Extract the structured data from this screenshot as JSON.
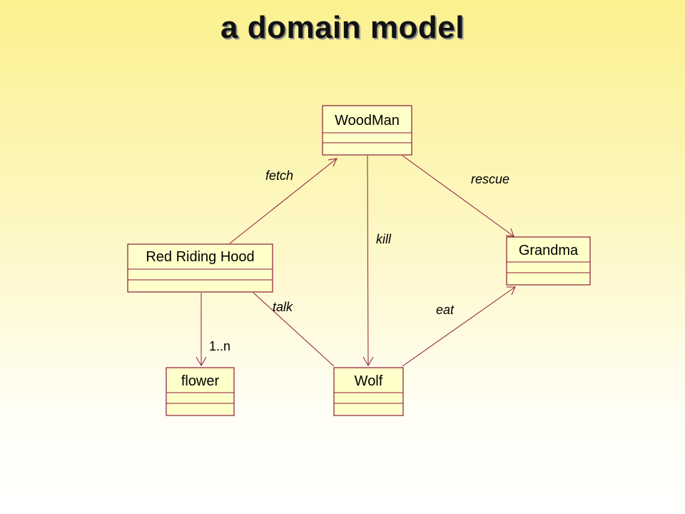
{
  "title": "a domain model",
  "classes": {
    "woodman": "WoodMan",
    "red_riding_hood": "Red Riding Hood",
    "grandma": "Grandma",
    "flower": "flower",
    "wolf": "Wolf"
  },
  "associations": {
    "fetch": "fetch",
    "rescue": "rescue",
    "kill": "kill",
    "talk": "talk",
    "eat": "eat",
    "flower_multiplicity": "1..n"
  },
  "colors": {
    "line": "#8b1a3a",
    "box_fill": "#ffffc9"
  }
}
